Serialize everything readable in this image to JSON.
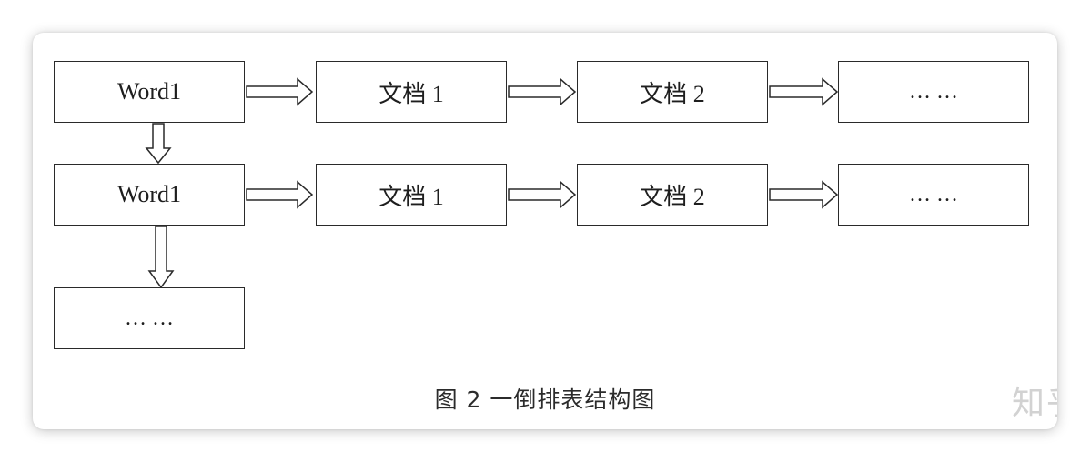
{
  "diagram": {
    "rows": [
      {
        "word": "Word1",
        "docs": [
          "文档 1",
          "文档 2"
        ],
        "more": "……"
      },
      {
        "word": "Word1",
        "docs": [
          "文档 1",
          "文档 2"
        ],
        "more": "……"
      }
    ],
    "bottom_more": "……",
    "caption": "图 2  一倒排表结构图",
    "watermark": "知乎"
  },
  "colors": {
    "border": "#2a2a2a",
    "text": "#1e1e1e",
    "watermark": "#d2d2d2"
  }
}
